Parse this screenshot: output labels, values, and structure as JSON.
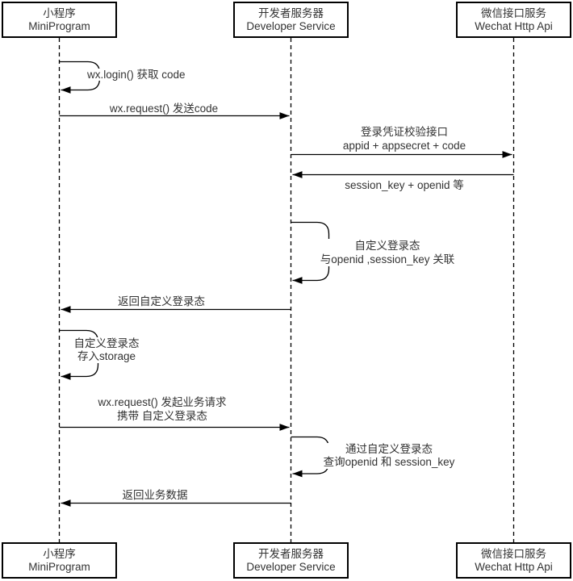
{
  "colors": {
    "stroke": "#000000",
    "text": "#333333",
    "background": "#ffffff"
  },
  "actors": [
    {
      "id": "miniprogram",
      "line1": "小程序",
      "line2": "MiniProgram"
    },
    {
      "id": "developer-service",
      "line1": "开发者服务器",
      "line2": "Developer Service"
    },
    {
      "id": "wechat-api",
      "line1": "微信接口服务",
      "line2": "Wechat Http Api"
    }
  ],
  "messages": [
    {
      "kind": "self",
      "actor": "miniprogram",
      "line1": "wx.login() 获取 code"
    },
    {
      "kind": "arrow",
      "from": "miniprogram",
      "to": "developer-service",
      "line1": "wx.request() 发送code"
    },
    {
      "kind": "arrow",
      "from": "developer-service",
      "to": "wechat-api",
      "line1": "登录凭证校验接口",
      "line2": "appid + appsecret + code"
    },
    {
      "kind": "arrow",
      "from": "wechat-api",
      "to": "developer-service",
      "line1": "session_key + openid 等"
    },
    {
      "kind": "self",
      "actor": "developer-service",
      "line1": "自定义登录态",
      "line2": "与openid ,session_key 关联"
    },
    {
      "kind": "arrow",
      "from": "developer-service",
      "to": "miniprogram",
      "line1": "返回自定义登录态"
    },
    {
      "kind": "self",
      "actor": "miniprogram",
      "line1": "自定义登录态",
      "line2": "存入storage"
    },
    {
      "kind": "arrow",
      "from": "miniprogram",
      "to": "developer-service",
      "line1": "wx.request() 发起业务请求",
      "line2": "携带 自定义登录态"
    },
    {
      "kind": "self",
      "actor": "developer-service",
      "line1": "通过自定义登录态",
      "line2": "查询openid 和 session_key"
    },
    {
      "kind": "arrow",
      "from": "developer-service",
      "to": "miniprogram",
      "line1": "返回业务数据"
    }
  ]
}
